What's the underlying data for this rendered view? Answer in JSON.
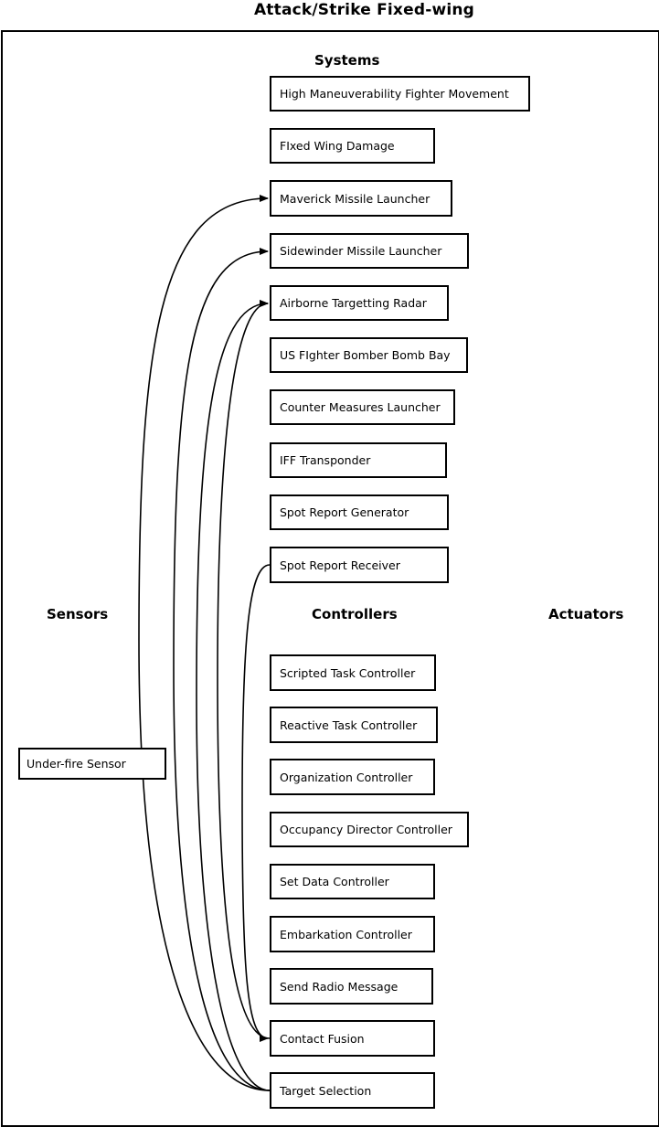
{
  "title": "Attack/Strike Fixed-wing",
  "sections": {
    "systems": "Systems",
    "sensors": "Sensors",
    "controllers": "Controllers",
    "actuators": "Actuators"
  },
  "systems": [
    "High Maneuverability Fighter Movement",
    "FIxed Wing Damage",
    "Maverick Missile Launcher",
    "Sidewinder Missile Launcher",
    "Airborne Targetting Radar",
    "US FIghter Bomber Bomb Bay",
    "Counter Measures Launcher",
    "IFF Transponder",
    "Spot Report Generator",
    "Spot Report Receiver"
  ],
  "sensors": [
    "Under-fire Sensor"
  ],
  "controllers": [
    "Scripted Task Controller",
    "Reactive Task Controller",
    "Organization Controller",
    "Occupancy Director Controller",
    "Set Data Controller",
    "Embarkation Controller",
    "Send Radio Message",
    "Contact Fusion",
    "Target Selection"
  ]
}
